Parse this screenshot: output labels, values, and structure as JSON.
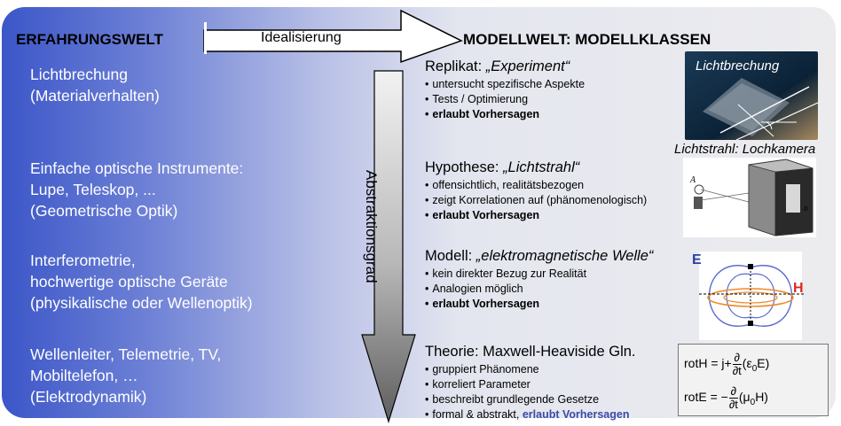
{
  "header": {
    "left": "ERFAHRUNGSWELT",
    "right": "MODELLWELT: MODELLKLASSEN",
    "arrow": "Idealisierung"
  },
  "left_items": [
    {
      "lines": [
        "Lichtbrechung",
        "(Materialverhalten)"
      ]
    },
    {
      "lines": [
        "Einfache optische Instrumente:",
        "Lupe, Teleskop, ...",
        "(Geometrische Optik)"
      ]
    },
    {
      "lines": [
        "Interferometrie,",
        "hochwertige optische Geräte",
        "(physikalische oder Wellenoptik)"
      ]
    },
    {
      "lines": [
        "Wellenleiter, Telemetrie, TV,",
        "Mobiltelefon, …",
        "(Elektrodynamik)"
      ]
    }
  ],
  "vertical_arrow": "Abstraktionsgrad",
  "blocks": [
    {
      "prefix": "Replikat: ",
      "italic": "„Experiment“",
      "bullets": [
        "untersucht spezifische Aspekte",
        "Tests / Optimierung"
      ],
      "highlight": "erlaubt Vorhersagen"
    },
    {
      "prefix": "Hypothese: ",
      "italic": "„Lichtstrahl“",
      "bullets": [
        "offensichtlich, realitätsbezogen",
        "zeigt Korrelationen auf (phänomenologisch)"
      ],
      "highlight": "erlaubt Vorhersagen"
    },
    {
      "prefix": "Modell: ",
      "italic": "„elektromagnetische Welle“",
      "bullets": [
        "kein direkter Bezug zur Realität",
        "Analogien möglich"
      ],
      "highlight": "erlaubt Vorhersagen"
    },
    {
      "prefix": "Theorie: Maxwell-Heaviside Gln.",
      "italic": "",
      "bullets": [
        "gruppiert Phänomene",
        "korreliert Parameter",
        "beschreibt grundlegende Gesetze"
      ],
      "last_prefix": "formal & abstrakt, ",
      "highlight": "erlaubt Vorhersagen"
    }
  ],
  "illustrations": {
    "photo_label": "Lichtbrechung",
    "caption": "Lichtstrahl: Lochkamera",
    "em_e": "E",
    "em_h": "H",
    "box_a": "A",
    "box_b": "-B"
  },
  "equations": {
    "eq1": {
      "lhs": "rotH",
      "eq": "=",
      "j": "j",
      "plus": "+",
      "d": "∂",
      "dt": "∂t",
      "term": "(ε",
      "sub": "0",
      "end": "E)"
    },
    "eq2": {
      "lhs": "rotE",
      "eq": "=",
      "minus": "−",
      "d": "∂",
      "dt": "∂t",
      "term": "(μ",
      "sub": "0",
      "end": "H)"
    }
  },
  "colors": {
    "blue_text": "#3a4aa8",
    "e_label": "#2c3ea8",
    "h_label": "#e0281e"
  }
}
